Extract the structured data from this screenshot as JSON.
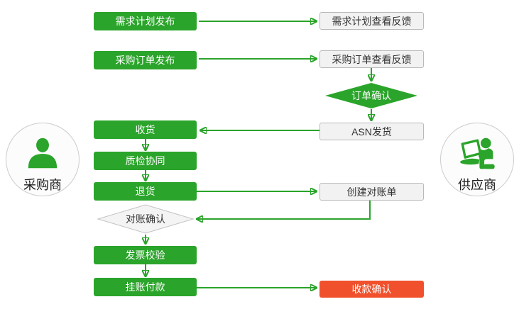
{
  "actors": {
    "buyer": "采购商",
    "supplier": "供应商"
  },
  "nodes": {
    "demand_plan_publish": "需求计划发布",
    "demand_plan_feedback": "需求计划查看反馈",
    "po_publish": "采购订单发布",
    "po_feedback": "采购订单查看反馈",
    "order_confirm": "订单确认",
    "receive_goods": "收货",
    "asn_shipment": "ASN发货",
    "quality_inspection": "质检协同",
    "return_goods": "退货",
    "create_statement": "创建对账单",
    "statement_confirm": "对账确认",
    "invoice_verification": "发票校验",
    "payment": "挂账付款",
    "receipt_confirm": "收款确认"
  },
  "colors": {
    "process_green": "#2aa42a",
    "highlight_red": "#f0512c",
    "neutral_fill": "#f2f2f2",
    "neutral_border": "#b9b9b9",
    "connector_green": "#2aa42a"
  }
}
